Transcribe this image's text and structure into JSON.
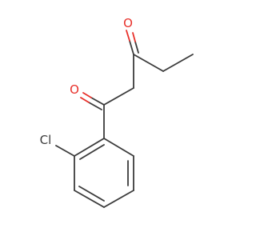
{
  "colors": {
    "bond": "#3b3b3b",
    "oxygen": "#e8302a",
    "chlorine": "#3b3b3b",
    "background": "#ffffff"
  },
  "atoms": {
    "o1": "O",
    "o2": "O",
    "cl": "Cl"
  }
}
